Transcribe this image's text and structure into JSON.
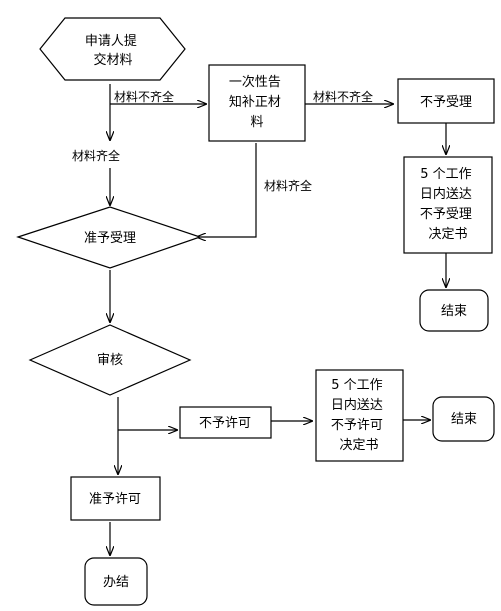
{
  "nodes": {
    "apply": [
      "申请人提",
      "交材料"
    ],
    "supplement": [
      "一次性告",
      "知补正材",
      "料"
    ],
    "reject_accept": [
      "不予受理"
    ],
    "reject_accept_notice": [
      "5 个工作",
      "日内送达",
      "不予受理",
      "决定书"
    ],
    "end_1": [
      "结束"
    ],
    "accept": [
      "准予受理"
    ],
    "review": [
      "审核"
    ],
    "reject_permit": [
      "不予许可"
    ],
    "reject_permit_notice": [
      "5 个工作",
      "日内送达",
      "不予许可",
      "决定书"
    ],
    "end_2": [
      "结束"
    ],
    "grant_permit": [
      "准予许可"
    ],
    "complete": [
      "办结"
    ]
  },
  "edges": {
    "incomplete_1": "材料不齐全",
    "complete_materials": "材料齐全",
    "incomplete_2": "材料不齐全",
    "complete_after_supplement": "材料齐全"
  }
}
